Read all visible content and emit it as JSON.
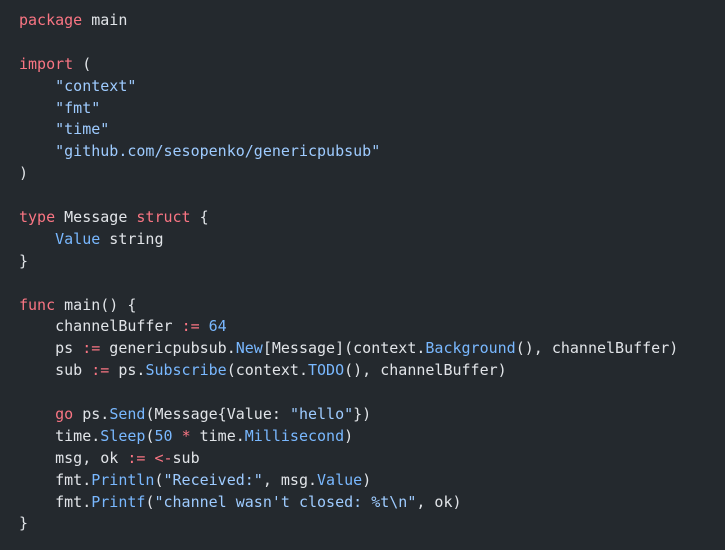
{
  "colors": {
    "background": "#24292e",
    "text": "#e1e4e8",
    "keyword": "#f97583",
    "string": "#9ecbff",
    "function": "#79b8ff"
  },
  "lines": [
    [
      {
        "t": "package",
        "c": "kw"
      },
      {
        "t": " main",
        "c": "pl"
      }
    ],
    [],
    [
      {
        "t": "import",
        "c": "kw"
      },
      {
        "t": " (",
        "c": "pl"
      }
    ],
    [
      {
        "t": "    ",
        "c": "pl"
      },
      {
        "t": "\"context\"",
        "c": "str"
      }
    ],
    [
      {
        "t": "    ",
        "c": "pl"
      },
      {
        "t": "\"fmt\"",
        "c": "str"
      }
    ],
    [
      {
        "t": "    ",
        "c": "pl"
      },
      {
        "t": "\"time\"",
        "c": "str"
      }
    ],
    [
      {
        "t": "    ",
        "c": "pl"
      },
      {
        "t": "\"github.com/sesopenko/genericpubsub\"",
        "c": "str"
      }
    ],
    [
      {
        "t": ")",
        "c": "pl"
      }
    ],
    [],
    [
      {
        "t": "type",
        "c": "kw"
      },
      {
        "t": " Message ",
        "c": "pl"
      },
      {
        "t": "struct",
        "c": "kw"
      },
      {
        "t": " {",
        "c": "pl"
      }
    ],
    [
      {
        "t": "    ",
        "c": "pl"
      },
      {
        "t": "Value",
        "c": "fn"
      },
      {
        "t": " string",
        "c": "pl"
      }
    ],
    [
      {
        "t": "}",
        "c": "pl"
      }
    ],
    [],
    [
      {
        "t": "func",
        "c": "kw"
      },
      {
        "t": " main() {",
        "c": "pl"
      }
    ],
    [
      {
        "t": "    channelBuffer ",
        "c": "pl"
      },
      {
        "t": ":=",
        "c": "op"
      },
      {
        "t": " ",
        "c": "pl"
      },
      {
        "t": "64",
        "c": "num"
      }
    ],
    [
      {
        "t": "    ps ",
        "c": "pl"
      },
      {
        "t": ":=",
        "c": "op"
      },
      {
        "t": " genericpubsub.",
        "c": "pl"
      },
      {
        "t": "New",
        "c": "fn"
      },
      {
        "t": "[Message](context.",
        "c": "pl"
      },
      {
        "t": "Background",
        "c": "fn"
      },
      {
        "t": "(), channelBuffer)",
        "c": "pl"
      }
    ],
    [
      {
        "t": "    sub ",
        "c": "pl"
      },
      {
        "t": ":=",
        "c": "op"
      },
      {
        "t": " ps.",
        "c": "pl"
      },
      {
        "t": "Subscribe",
        "c": "fn"
      },
      {
        "t": "(context.",
        "c": "pl"
      },
      {
        "t": "TODO",
        "c": "fn"
      },
      {
        "t": "(), channelBuffer)",
        "c": "pl"
      }
    ],
    [],
    [
      {
        "t": "    ",
        "c": "pl"
      },
      {
        "t": "go",
        "c": "kw"
      },
      {
        "t": " ps.",
        "c": "pl"
      },
      {
        "t": "Send",
        "c": "fn"
      },
      {
        "t": "(Message{Value: ",
        "c": "pl"
      },
      {
        "t": "\"hello\"",
        "c": "str"
      },
      {
        "t": "})",
        "c": "pl"
      }
    ],
    [
      {
        "t": "    time.",
        "c": "pl"
      },
      {
        "t": "Sleep",
        "c": "fn"
      },
      {
        "t": "(",
        "c": "pl"
      },
      {
        "t": "50",
        "c": "num"
      },
      {
        "t": " ",
        "c": "pl"
      },
      {
        "t": "*",
        "c": "op"
      },
      {
        "t": " time.",
        "c": "pl"
      },
      {
        "t": "Millisecond",
        "c": "fn"
      },
      {
        "t": ")",
        "c": "pl"
      }
    ],
    [
      {
        "t": "    msg, ok ",
        "c": "pl"
      },
      {
        "t": ":=",
        "c": "op"
      },
      {
        "t": " ",
        "c": "pl"
      },
      {
        "t": "<-",
        "c": "op"
      },
      {
        "t": "sub",
        "c": "pl"
      }
    ],
    [
      {
        "t": "    fmt.",
        "c": "pl"
      },
      {
        "t": "Println",
        "c": "fn"
      },
      {
        "t": "(",
        "c": "pl"
      },
      {
        "t": "\"Received:\"",
        "c": "str"
      },
      {
        "t": ", msg.",
        "c": "pl"
      },
      {
        "t": "Value",
        "c": "fn"
      },
      {
        "t": ")",
        "c": "pl"
      }
    ],
    [
      {
        "t": "    fmt.",
        "c": "pl"
      },
      {
        "t": "Printf",
        "c": "fn"
      },
      {
        "t": "(",
        "c": "pl"
      },
      {
        "t": "\"channel wasn't closed: %t\\n\"",
        "c": "str"
      },
      {
        "t": ", ok)",
        "c": "pl"
      }
    ],
    [
      {
        "t": "}",
        "c": "pl"
      }
    ]
  ]
}
